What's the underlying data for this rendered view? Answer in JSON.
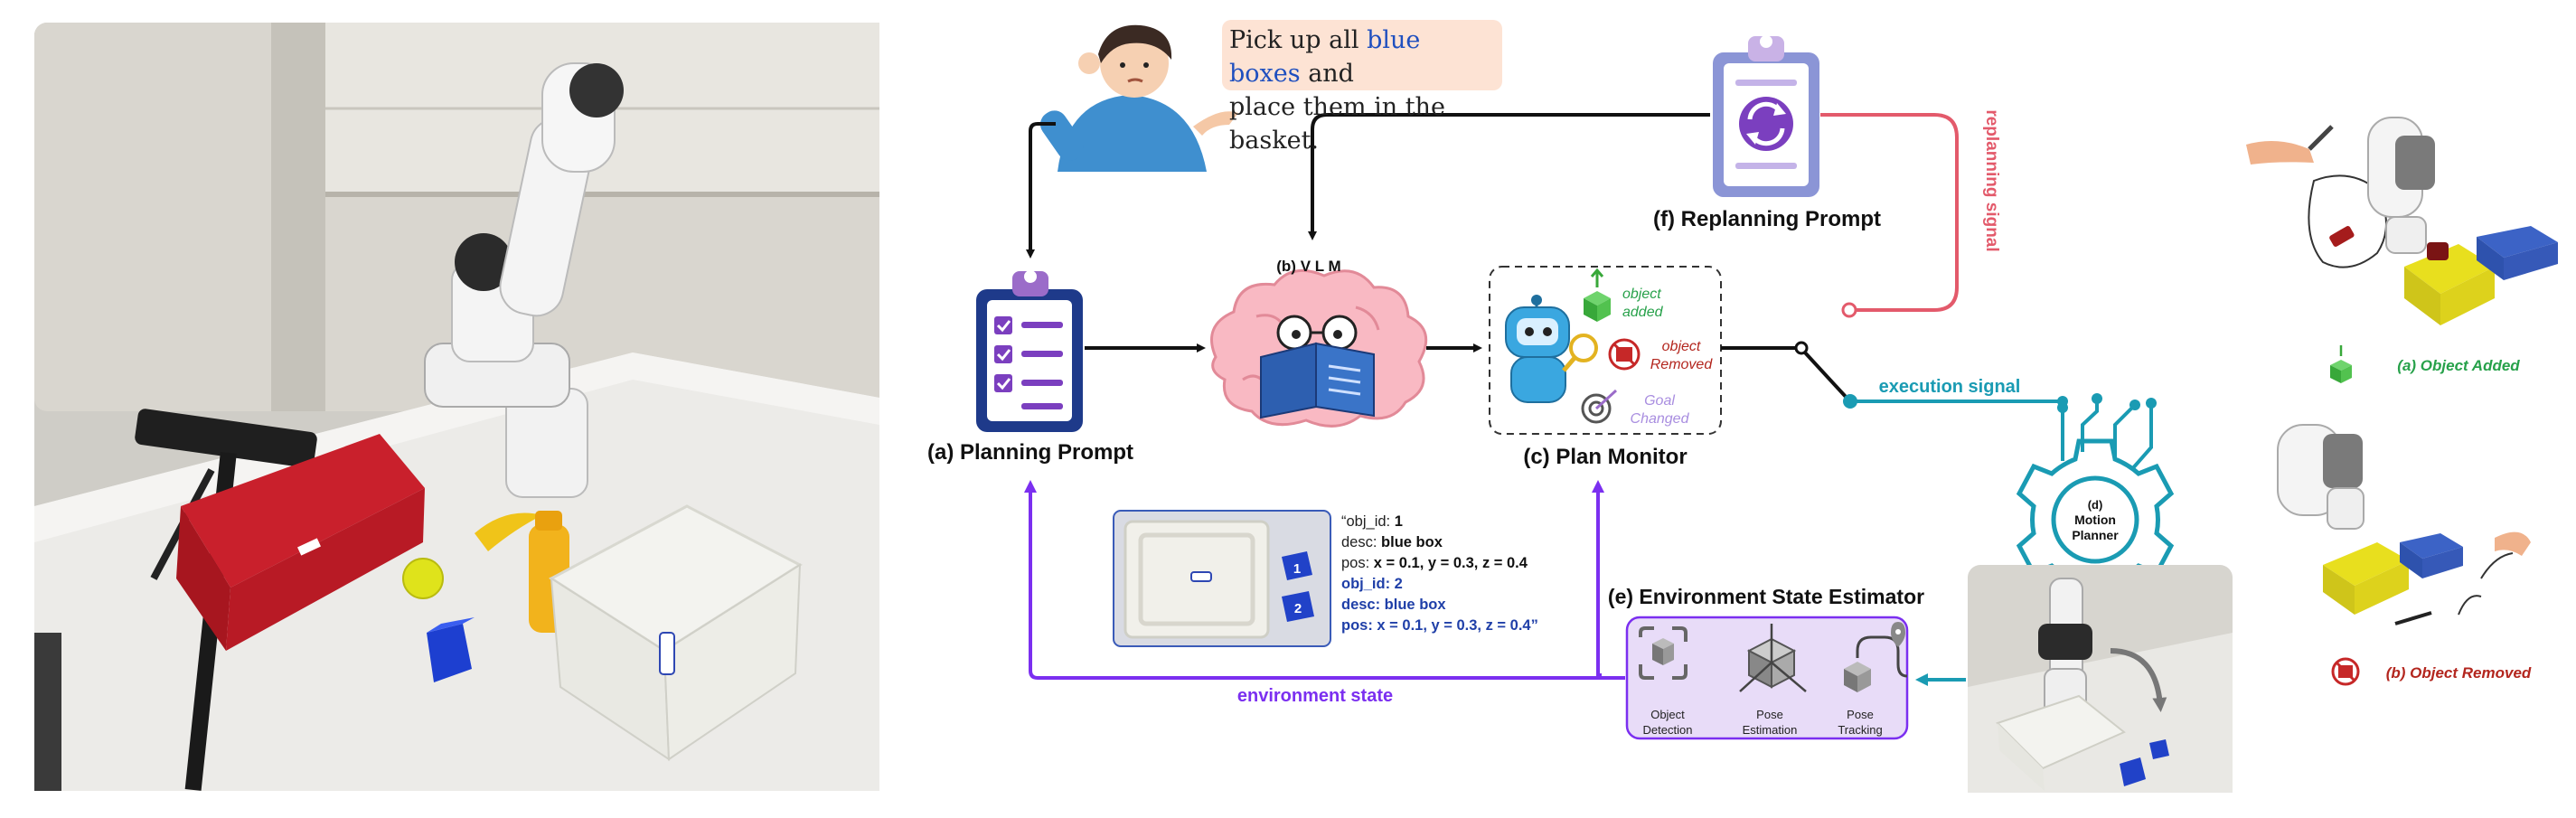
{
  "instruction": {
    "part1": "Pick up all ",
    "highlight": "blue boxes",
    "part2": " and",
    "line2": "place them in the basket."
  },
  "nodes": {
    "planning_prompt": "(a) Planning Prompt",
    "vlm": "(b)  V L M",
    "plan_monitor": "(c) Plan Monitor",
    "motion_planner_line1": "(d)",
    "motion_planner_line2": "Motion",
    "motion_planner_line3": "Planner",
    "env_state_estimator": "(e) Environment State Estimator",
    "replanning_prompt": "(f) Replanning Prompt"
  },
  "plan_monitor_events": {
    "object_added_1": "object",
    "object_added_2": "added",
    "object_removed_1": "object",
    "object_removed_2": "Removed",
    "goal_changed_1": "Goal",
    "goal_changed_2": "Changed"
  },
  "signals": {
    "replanning": "replanning signal",
    "execution": "execution signal",
    "environment_state": "environment state"
  },
  "estimator_modules": {
    "detection_1": "Object",
    "detection_2": "Detection",
    "pose_1": "Pose",
    "pose_2": "Estimation",
    "tracking_1": "Pose",
    "tracking_2": "Tracking"
  },
  "state_text": {
    "l1k": "“obj_id: ",
    "l1v": "1",
    "l2k": "desc: ",
    "l2v": "blue box",
    "l3k": "pos: ",
    "l3v": "x = 0.1, y = 0.3, z = 0.4",
    "l4": "obj_id: 2",
    "l5": "desc: blue box",
    "l6": "pos: x = 0.1, y = 0.3, z = 0.4”"
  },
  "box_tags": {
    "box1": "1",
    "box2": "2"
  },
  "scenarios": {
    "added": "(a) Object Added",
    "removed": "(b) Object Removed"
  },
  "colors": {
    "purple": "#7b2ff0",
    "teal": "#1a9bb3",
    "red": "#e35a6b",
    "navy": "#1e3a8a",
    "green": "#27a14a",
    "removed_red": "#b3261e"
  }
}
